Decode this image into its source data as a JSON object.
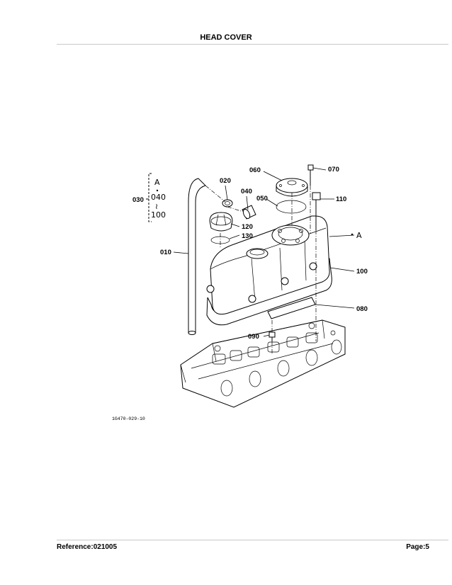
{
  "header": {
    "title": "HEAD COVER"
  },
  "diagram": {
    "callouts": [
      "010",
      "020",
      "030",
      "040",
      "050",
      "060",
      "070",
      "080",
      "090",
      "100",
      "110",
      "120",
      "130"
    ],
    "ref_marker": "A",
    "range_bracket": {
      "top": "A",
      "from": "040",
      "sep": "≀",
      "to": "100"
    },
    "drawing_code": "1G470-029-10"
  },
  "footer": {
    "reference": "Reference:021005",
    "page": "Page:5"
  }
}
